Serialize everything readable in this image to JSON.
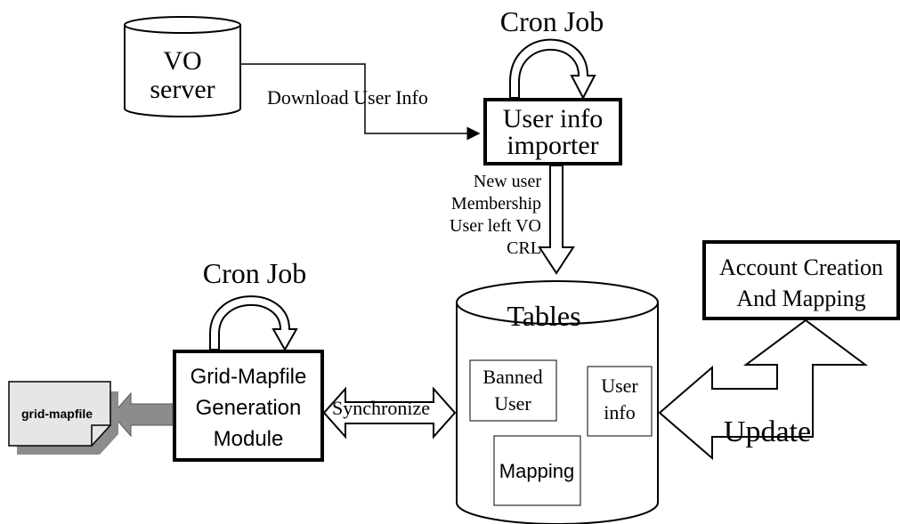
{
  "vo_server": {
    "line1": "VO",
    "line2": "server"
  },
  "download_label": "Download User Info",
  "cron_job_top": "Cron Job",
  "user_info_importer": {
    "line1": "User info",
    "line2": "importer"
  },
  "importer_outputs": [
    "New user",
    "Membership",
    "User left VO",
    "CRL"
  ],
  "cron_job_left": "Cron Job",
  "grid_mapfile_module": {
    "line1": "Grid-Mapfile",
    "line2": "Generation",
    "line3": "Module"
  },
  "grid_mapfile_doc": "grid-mapfile",
  "synchronize_label": "Synchronize",
  "tables": {
    "title": "Tables",
    "banned_user": {
      "line1": "Banned",
      "line2": "User"
    },
    "user_info": {
      "line1": "User",
      "line2": "info"
    },
    "mapping": "Mapping"
  },
  "account_creation": {
    "line1": "Account Creation",
    "line2": "And Mapping"
  },
  "update_label": "Update",
  "colors": {
    "doc_fill": "#e6e6e6",
    "doc_shadow": "#8c8c8c",
    "arrow_gray": "#8c8c8c"
  }
}
